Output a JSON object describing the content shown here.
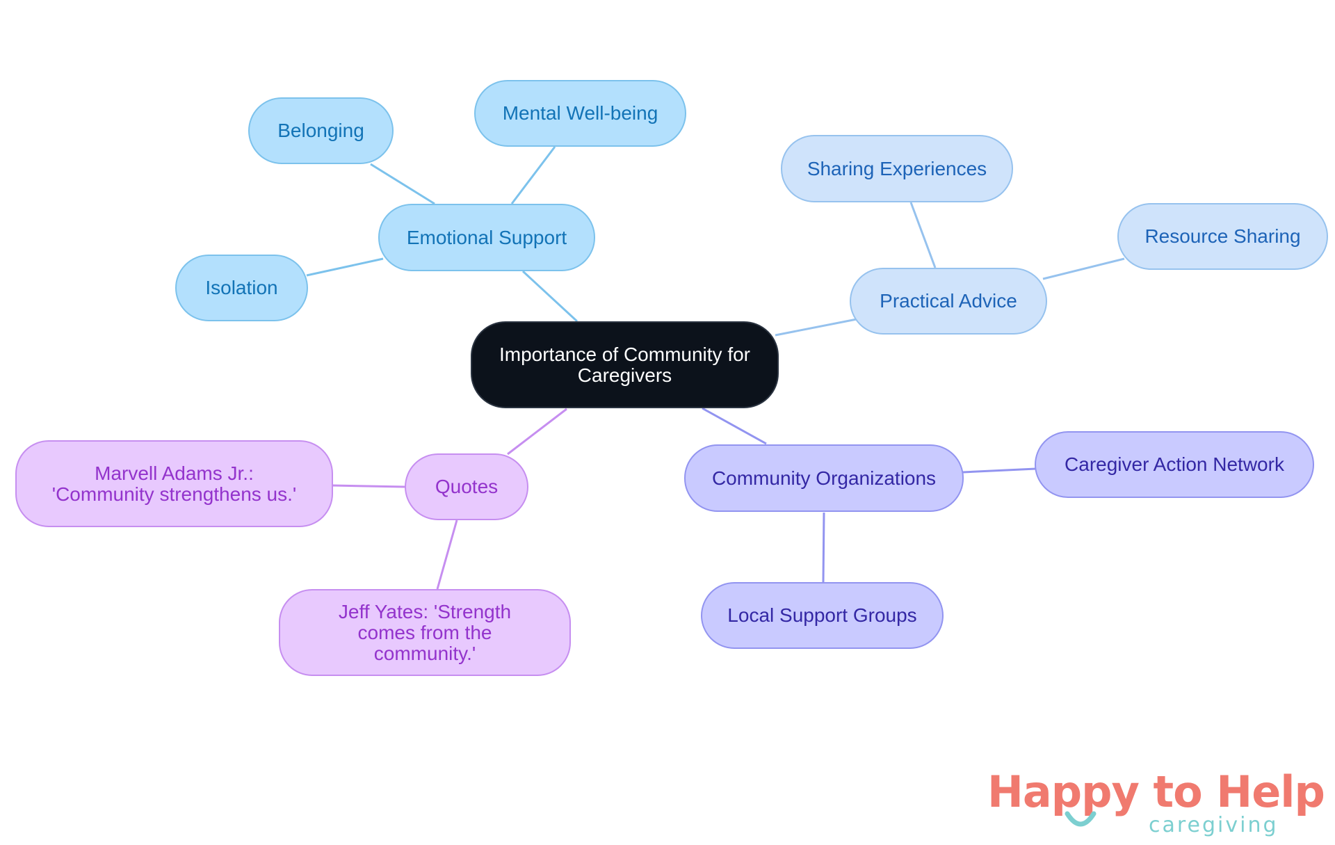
{
  "diagram": {
    "type": "mind-map",
    "root": {
      "label": "Importance of Community for Caregivers",
      "color": "#0c121b"
    },
    "branches": [
      {
        "label": "Emotional Support",
        "color": "#b3e0fd",
        "children": [
          "Mental Well-being",
          "Belonging",
          "Isolation"
        ]
      },
      {
        "label": "Practical Advice",
        "color": "#cfe3fb",
        "children": [
          "Sharing Experiences",
          "Resource Sharing"
        ]
      },
      {
        "label": "Community Organizations",
        "color": "#c9caff",
        "children": [
          "Caregiver Action Network",
          "Local Support Groups"
        ]
      },
      {
        "label": "Quotes",
        "color": "#e8c9fe",
        "children": [
          "Marvell Adams Jr.: 'Community strengthens us.'",
          "Jeff Yates: 'Strength comes from the community.'"
        ]
      }
    ]
  },
  "logo": {
    "title": "Happy to Help",
    "subtitle": "caregiving",
    "icon": "smile-icon",
    "colors": {
      "title": "#f07a6f",
      "subtitle": "#7ccfd0"
    }
  }
}
